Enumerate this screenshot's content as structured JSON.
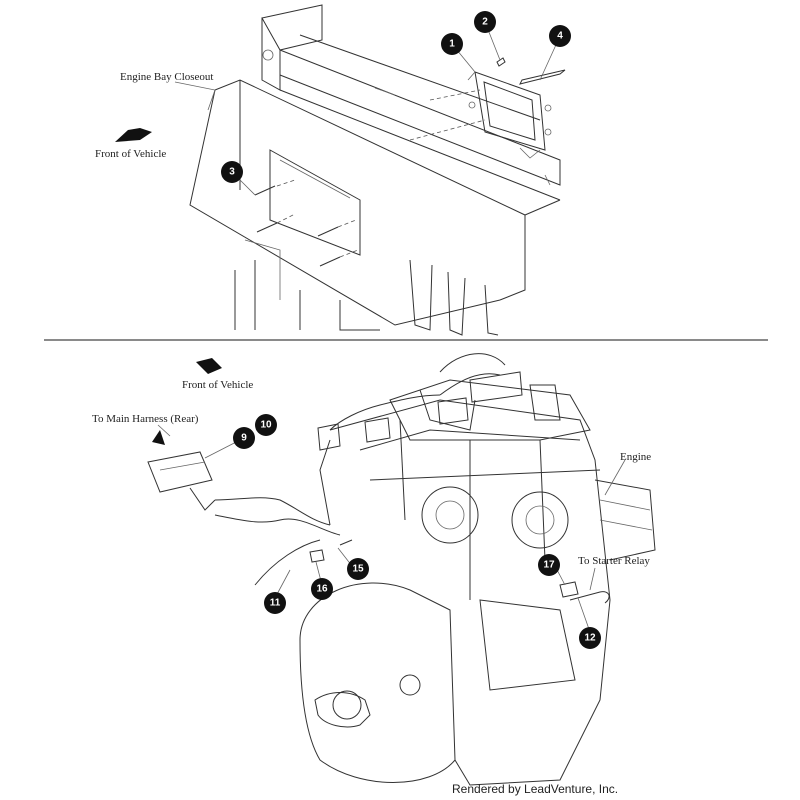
{
  "labels": {
    "engine_bay_closeout": "Engine Bay Closeout",
    "front_of_vehicle_top": "Front of Vehicle",
    "front_of_vehicle_bottom": "Front of Vehicle",
    "to_main_harness": "To Main Harness (Rear)",
    "engine": "Engine",
    "to_starter_relay": "To Starter Relay"
  },
  "callouts": {
    "c1": "1",
    "c2": "2",
    "c3": "3",
    "c4": "4",
    "c9": "9",
    "c10": "10",
    "c11": "11",
    "c12": "12",
    "c15": "15",
    "c16": "16",
    "c17": "17"
  },
  "credit": "Rendered by LeadVenture, Inc.",
  "colors": {
    "callout_fill": "#111111",
    "line": "#333333",
    "divider": "#444444"
  }
}
